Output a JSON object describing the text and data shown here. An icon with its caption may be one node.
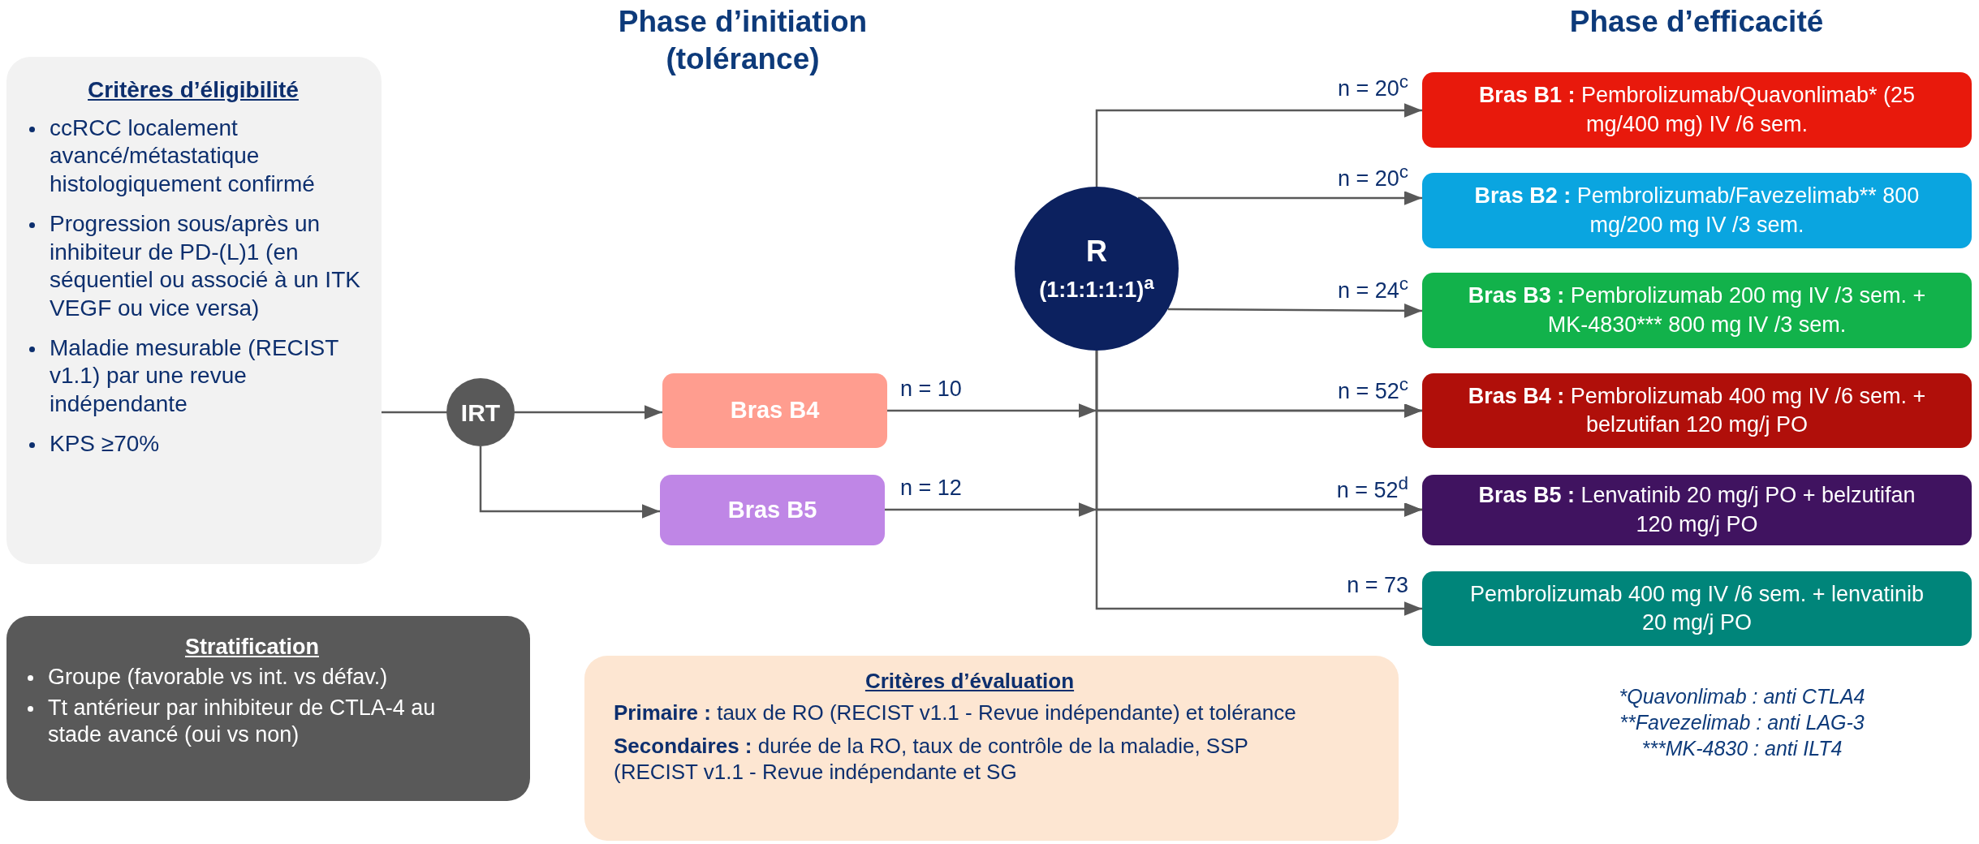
{
  "diagram": {
    "nodes": [
      {
        "text": [
          "Critères d’éligibilité",
          "ccRCC localement avancé/métastatique histologiquement confirmé",
          "Progression sous/après un inhibiteur de PD-(L)1 (en séquentiel ou associé à un ITK VEGF ou vice versa)",
          "Maladie mesurable (RECIST v1.1) par une revue indépendante",
          "KPS ≥70%"
        ]
      },
      {
        "text": [
          "IRT"
        ]
      },
      {
        "text": [
          "Bras B4"
        ]
      },
      {
        "text": [
          "Bras B5"
        ]
      },
      {
        "text": [
          "R",
          "(1:1:1:1:1)$^{a}$"
        ]
      },
      {
        "text": [
          "**Bras B1 :** Pembrolizumab/Quavonlimab* (25 mg/400 mg) IV /6 sem."
        ]
      },
      {
        "text": [
          "**Bras B2 :** Pembrolizumab/Favezelimab** 800 mg/200 mg IV /3 sem."
        ]
      },
      {
        "text": [
          "**Bras B3 :** Pembrolizumab 200 mg IV /3 sem. + MK-4830*** 800 mg IV /3 sem."
        ]
      },
      {
        "text": [
          "**Bras B4 :** Pembrolizumab 400 mg IV /6 sem. + belzutifan 120 mg/j PO"
        ]
      },
      {
        "text": [
          "**Bras B5 :** Lenvatinib 20 mg/j PO + belzutifan 120 mg/j PO"
        ]
      },
      {
        "text": [
          "Pembrolizumab 400 mg IV /6 sem. + lenvatinib 20 mg/j PO"
        ]
      },
      {
        "text": [
          "Stratification",
          "Groupe (favorable vs int. vs défav.)",
          "Tt antérieur par inhibiteur de CTLA-4 au stade avancé (oui vs non)"
        ]
      },
      {
        "text": [
          "Critères d’évaluation",
          "**Primaire :** taux de RO (RECIST v1.1 - Revue indépendante) et tolérance",
          "**Secondaires :** durée de la RO, taux de contrôle de la maladie, SSP (RECIST v1.1 - Revue indépendante et SG"
        ]
      }
    ],
    "edges": [
      {
        "from": 0,
        "to": 1,
        "arrow": "none"
      },
      {
        "from": 1,
        "to": 2,
        "arrow": "to"
      },
      {
        "from": 1,
        "to": 3,
        "arrow": "to"
      },
      {
        "from": 2,
        "to": 8,
        "arrow": "to",
        "label": "n = 10"
      },
      {
        "from": 3,
        "to": 9,
        "arrow": "to",
        "label": "n = 12"
      },
      {
        "from": 4,
        "to": 5,
        "arrow": "to",
        "label": "n = 20$^{c}$"
      },
      {
        "from": 4,
        "to": 6,
        "arrow": "to",
        "label": "n = 20$^{c}$"
      },
      {
        "from": 4,
        "to": 7,
        "arrow": "to",
        "label": "n = 24$^{c}$"
      },
      {
        "from": 4,
        "to": 8,
        "arrow": "to",
        "label": "n = 52$^{c}$"
      },
      {
        "from": 4,
        "to": 9,
        "arrow": "to",
        "label": "n = 52$^{d}$"
      },
      {
        "from": 4,
        "to": 10,
        "arrow": "to",
        "label": "n = 73"
      }
    ],
    "labels": [
      "Phase d’initiation (tolérance)",
      "Phase d’efficacité",
      "*Quavonlimab : anti CTLA4",
      "**Favezelimab : anti LAG-3",
      "***MK-4830 : anti ILT4"
    ]
  }
}
